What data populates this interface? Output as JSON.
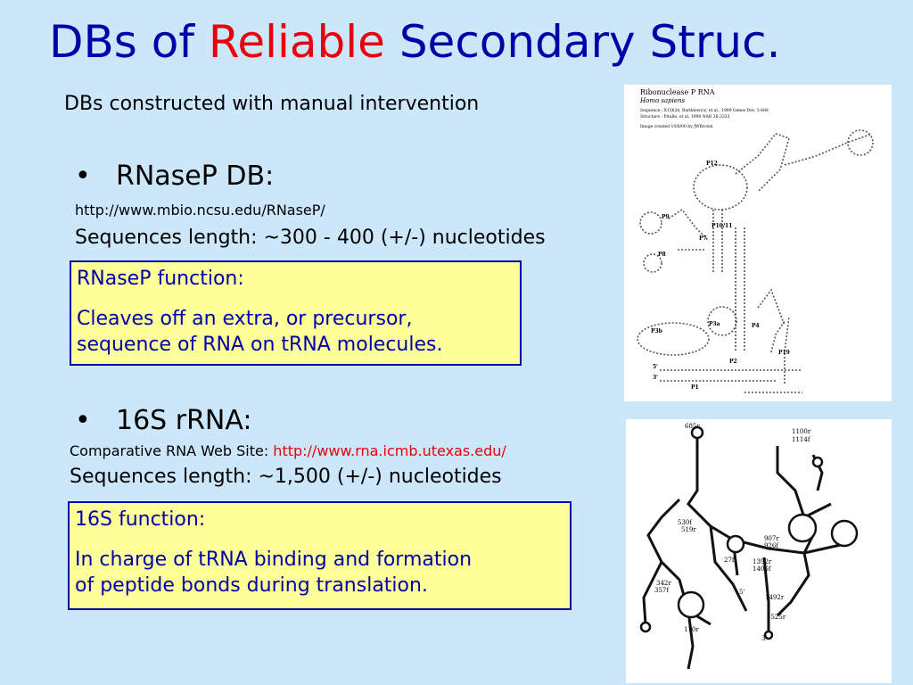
{
  "slide": {
    "title_pre": "DBs of ",
    "title_accent": "Reliable",
    "title_post": " Secondary Struc.",
    "subtitle": "DBs constructed with manual intervention",
    "colors": {
      "background": "#cce6fa",
      "title": "#0000a8",
      "accent": "#e8000b",
      "box_fill": "#ffff99"
    }
  },
  "rnasep": {
    "bullet": "RNaseP DB:",
    "url": "http://www.mbio.ncsu.edu/RNaseP/",
    "seq_length": "Sequences length: ~300 - 400 (+/-) nucleotides",
    "box_heading": "RNaseP function:",
    "box_line1": "Cleaves off an extra, or precursor,",
    "box_line2": "sequence of RNA on tRNA molecules."
  },
  "rrna16s": {
    "bullet": "16S rRNA:",
    "site_label": "Comparative RNA Web Site: ",
    "url": "http://www.rna.icmb.utexas.edu/",
    "seq_length": "Sequences length: ~1,500 (+/-) nucleotides",
    "box_heading": "16S function:",
    "box_line1": "In charge of tRNA binding and formation",
    "box_line2": "of peptide bonds during translation."
  },
  "figure_rnasep": {
    "header_title": "Ribonuclease P RNA",
    "header_species": "Homo sapiens",
    "header_seq": "Sequence : X15624, Bartkiewicz, et al., 1989 Genes Dev. 3:488",
    "header_struct": "Structure : Pitulle, et al, 1998 NAR 26:3333",
    "header_created": "Image created 10/6/00 by JWBrown",
    "labels": [
      "P12",
      "P9",
      "P10/11",
      "P7",
      "P8",
      "P3b",
      "P3a",
      "P4",
      "P19",
      "P2",
      "P1"
    ],
    "end5": "5'",
    "end3": "3'"
  },
  "figure_16s": {
    "labels": [
      "685r",
      "1100r",
      "1114f",
      "530f",
      "519r",
      "907r",
      "926f",
      "27f",
      "1392r",
      "1406f",
      "342r",
      "357f",
      "5'",
      "1492r",
      "1525r",
      "110r",
      "3'"
    ]
  }
}
